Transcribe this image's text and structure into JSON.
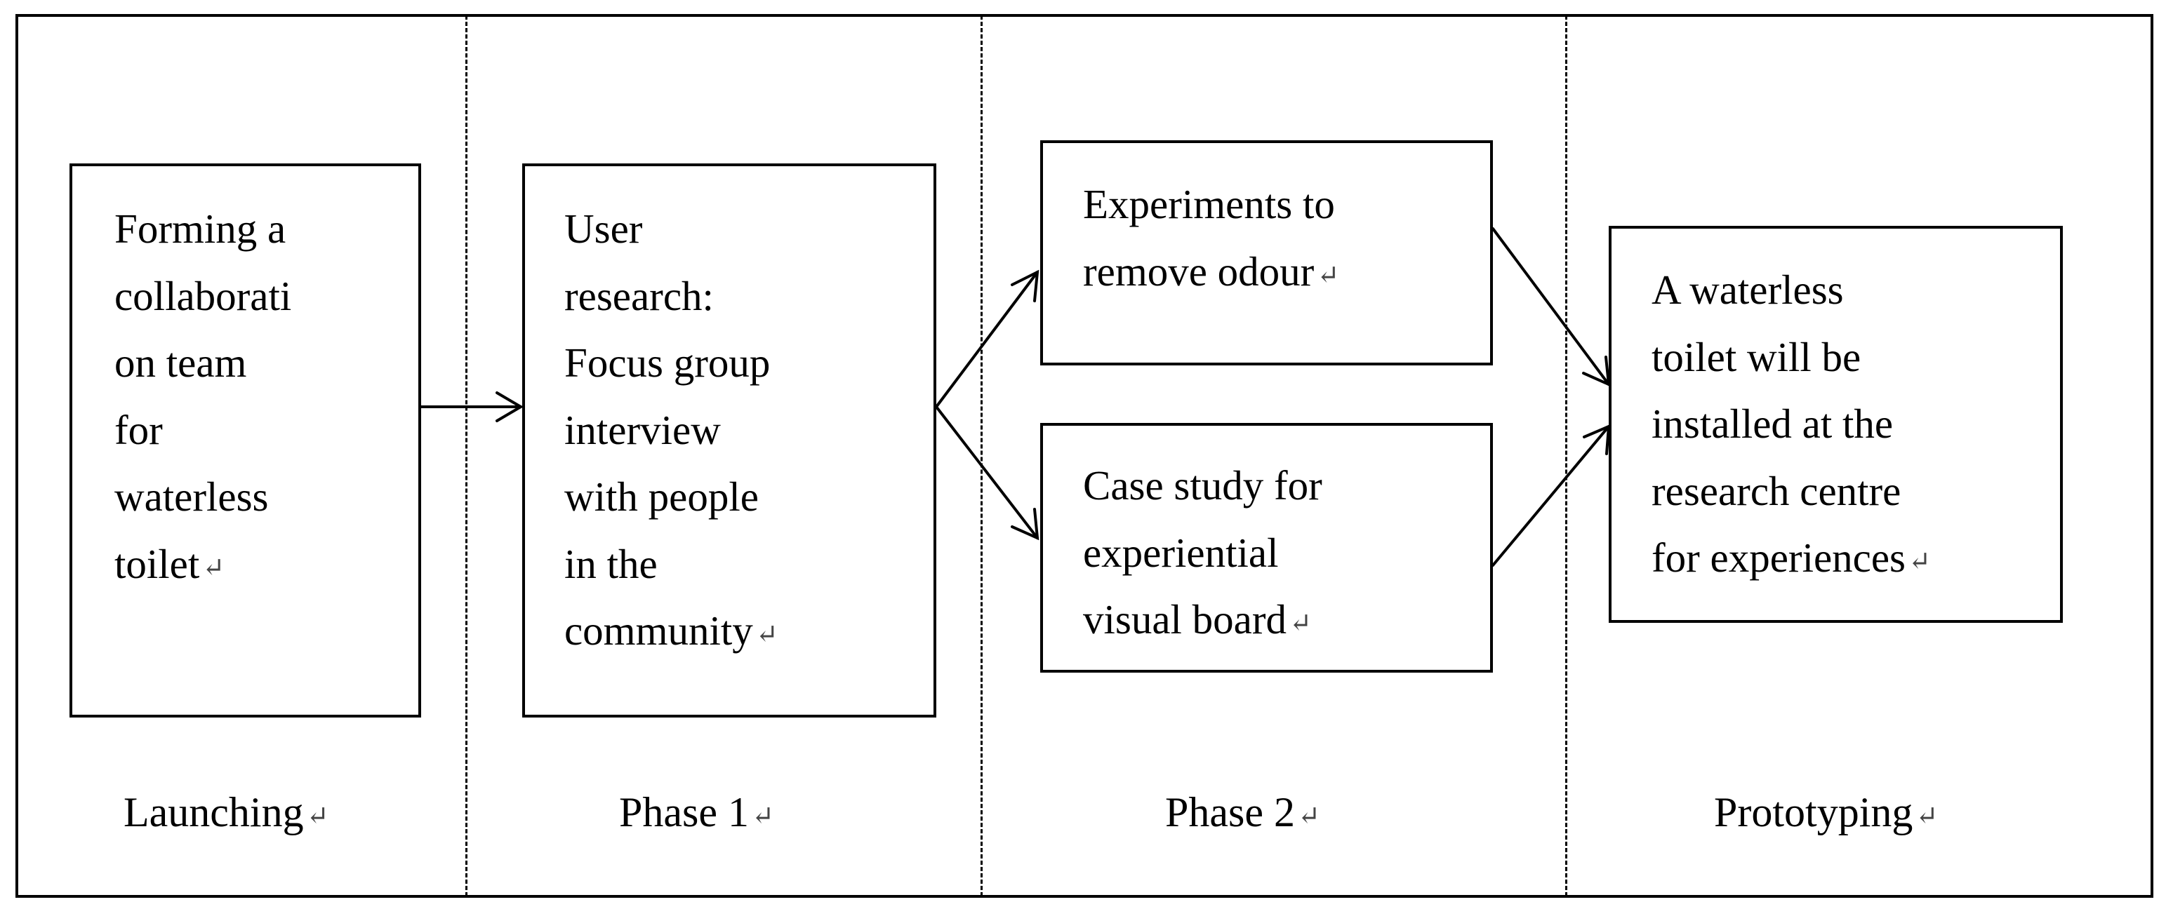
{
  "boxes": {
    "team": "Forming a\ncollaborati\non team\nfor\nwaterless\ntoilet",
    "user_research": "User\nresearch:\nFocus group\ninterview\nwith people\nin the\ncommunity",
    "experiments": "Experiments to\nremove odour",
    "case_study": "Case study for\nexperiential\nvisual board",
    "prototype": "A waterless\ntoilet will be\ninstalled at the\nresearch centre\nfor experiences"
  },
  "phases": {
    "launching": "Launching",
    "phase1": "Phase 1",
    "phase2": "Phase 2",
    "prototyping": "Prototyping"
  },
  "return_mark": "↵"
}
